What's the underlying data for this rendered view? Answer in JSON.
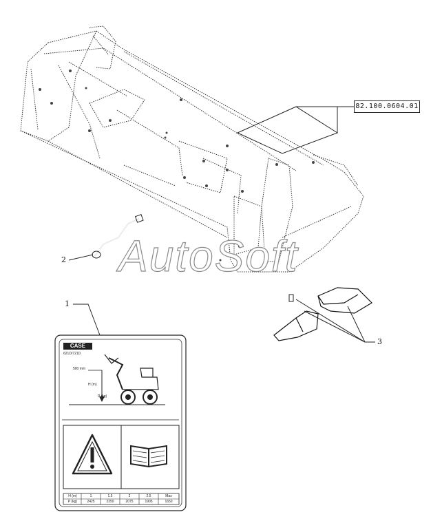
{
  "reference": {
    "code": "82.100.0604.01"
  },
  "callouts": [
    {
      "number": "1"
    },
    {
      "number": "2"
    },
    {
      "number": "3"
    }
  ],
  "watermark": {
    "text": "AutoSoft"
  },
  "decal": {
    "brand": "CASE",
    "subtitle": "621D/721D",
    "diagram": {
      "offset_label": "500 mm",
      "height_label": "H (m)",
      "load_label": "P (kg)"
    },
    "icons": [
      "warning-triangle-icon",
      "operator-manual-book-icon"
    ],
    "table": {
      "header": [
        "H (m)",
        "1",
        "1.5",
        "2",
        "2.5",
        "Max"
      ],
      "row": [
        "P (kg)",
        "2425",
        "2250",
        "2075",
        "1905",
        "1650"
      ]
    }
  }
}
